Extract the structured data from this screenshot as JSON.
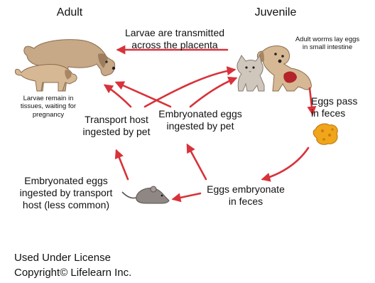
{
  "headings": {
    "adult": "Adult",
    "juvenile": "Juvenile"
  },
  "labels": {
    "placenta": "Larvae are transmitted\nacross the placenta",
    "adult_worms": "Adult worms lay eggs\nin small intestine",
    "larvae_remain": "Larvae remain in\ntissues, waiting for\npregnancy",
    "transport_host": "Transport host\ningested by pet",
    "embryonated_pet": "Embryonated eggs\ningested by pet",
    "eggs_pass": "Eggs pass\nin feces",
    "embryonated_transport": "Embryonated eggs\ningested by transport\nhost (less common)",
    "eggs_embryonate": "Eggs embryonate\nin feces"
  },
  "credits": {
    "line1": "Used Under License",
    "line2": "Copyright© Lifelearn Inc."
  },
  "colors": {
    "arrow": "#d8323a",
    "dog": "#c7a887",
    "dog_dark": "#9c7d5d",
    "puppy": "#d6b994",
    "kitten": "#cfc6bc",
    "mouse": "#8f8784",
    "egg": "#f0a51a",
    "wound": "#b3242b"
  },
  "icons": [
    "adult-dog-icon",
    "nursing-puppy-icon",
    "juvenile-puppy-icon",
    "kitten-icon",
    "mouse-icon",
    "egg-mass-icon"
  ]
}
